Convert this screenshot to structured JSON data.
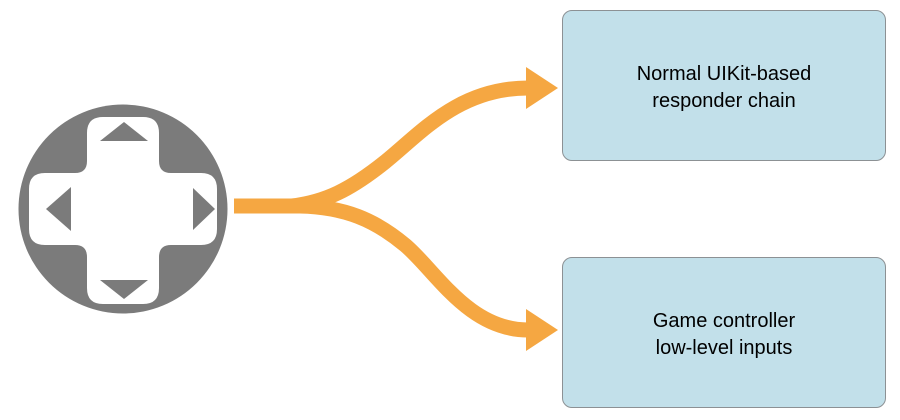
{
  "diagram": {
    "source": {
      "id": "dpad",
      "icon": "dpad-icon"
    },
    "nodes": [
      {
        "id": "uikit-responder-chain",
        "lines": [
          "Normal UIKit-based",
          "responder chain"
        ]
      },
      {
        "id": "game-controller-low-level",
        "lines": [
          "Game controller",
          "low-level inputs"
        ]
      }
    ],
    "connections": [
      {
        "from": "dpad",
        "to": "uikit-responder-chain"
      },
      {
        "from": "dpad",
        "to": "game-controller-low-level"
      }
    ]
  },
  "colors": {
    "arrow": "#F5A742",
    "dpad_gray": "#7B7B7B",
    "node_fill": "#C2E0EA",
    "node_border": "#8C9194",
    "background": "#FFFFFF",
    "text": "#000000"
  }
}
